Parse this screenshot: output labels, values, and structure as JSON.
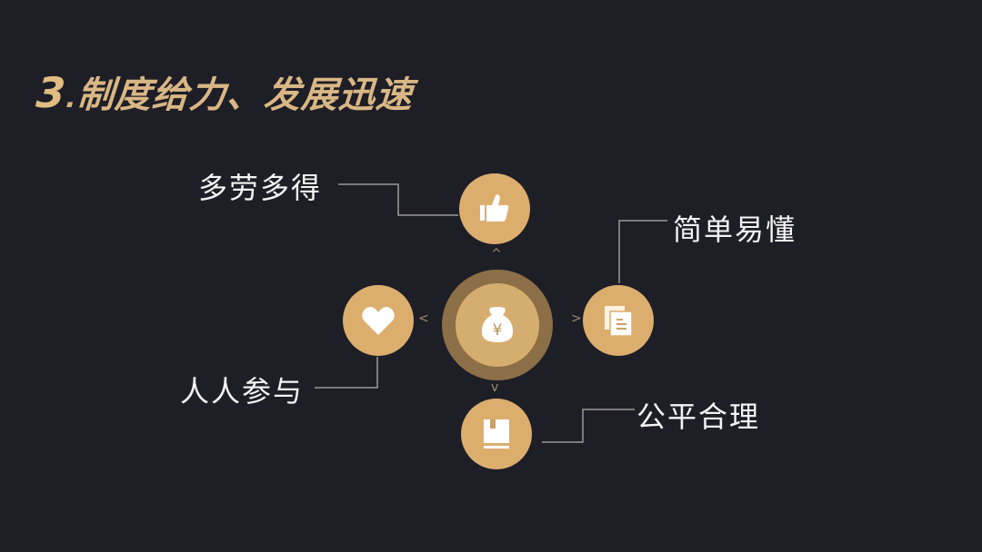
{
  "slide": {
    "title_number": "3",
    "title_dot": ".",
    "title_text": "制度给力、发展迅速"
  },
  "diagram": {
    "center": {
      "icon": "money-bag-yen-icon",
      "glyph": "¥"
    },
    "nodes": [
      {
        "position": "top",
        "label": "多劳多得",
        "icon": "thumbs-up-icon"
      },
      {
        "position": "right",
        "label": "简单易懂",
        "icon": "documents-icon"
      },
      {
        "position": "left",
        "label": "人人参与",
        "icon": "heart-icon"
      },
      {
        "position": "bottom",
        "label": "公平合理",
        "icon": "book-icon"
      }
    ],
    "chevrons": {
      "up": "^",
      "down": "v",
      "left": "<",
      "right": ">"
    }
  },
  "colors": {
    "background": "#1e1e27",
    "accent_gold": "#dcae6e",
    "center_ring": "#8c6f46",
    "title_gold": "#d9b784",
    "label_white": "#f4f4f4",
    "connector_gray": "#9a9a9a"
  }
}
